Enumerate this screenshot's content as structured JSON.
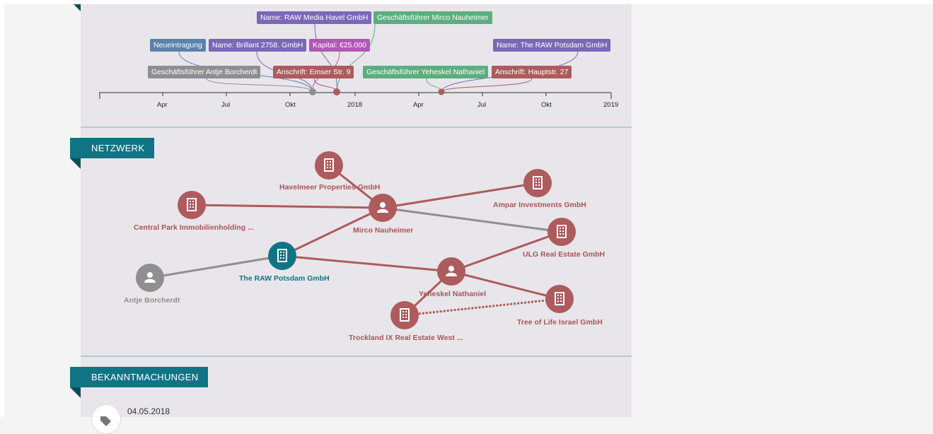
{
  "timeline": {
    "tags": [
      {
        "text": "Name: RAW Media Havel GmbH",
        "color": "#7b67b8"
      },
      {
        "text": "Geschäftsführer Mirco Nauheimer",
        "color": "#5cae7e"
      },
      {
        "text": "Neueintragung",
        "color": "#5b82ad"
      },
      {
        "text": "Name: Brillant 2758. GmbH",
        "color": "#7b67b8"
      },
      {
        "text": "Kapital: €25.000",
        "color": "#b357b7"
      },
      {
        "text": "Name: The RAW Potsdam GmbH",
        "color": "#7b67b8"
      },
      {
        "text": "Geschäftsführer Antje Borcherdt",
        "color": "#8f8f8f"
      },
      {
        "text": "Anschrift: Emser Str. 9",
        "color": "#ad5b5c"
      },
      {
        "text": "Geschäftsführer Yeheskel Nathaniel",
        "color": "#5cae7e"
      },
      {
        "text": "Anschrift: Hauptstr. 27",
        "color": "#ad5b5c"
      }
    ],
    "axis": [
      "Apr",
      "Jul",
      "Okt",
      "2018",
      "Apr",
      "Jul",
      "Okt",
      "2019"
    ]
  },
  "network": {
    "heading": "NETZWERK",
    "nodes": [
      {
        "label": "Havelmeer Properties GmbH",
        "kind": "company",
        "color": "#ad5b5c"
      },
      {
        "label": "Ampar Investments GmbH",
        "kind": "company",
        "color": "#ad5b5c"
      },
      {
        "label": "Central Park Immobilienholding ...",
        "kind": "company",
        "color": "#ad5b5c"
      },
      {
        "label": "Mirco Nauheimer",
        "kind": "person",
        "color": "#ad5b5c"
      },
      {
        "label": "ULG Real Estate GmbH",
        "kind": "company",
        "color": "#ad5b5c"
      },
      {
        "label": "The RAW Potsdam GmbH",
        "kind": "company",
        "color": "#117485"
      },
      {
        "label": "Antje Borcherdt",
        "kind": "person",
        "color": "#8f8f8f"
      },
      {
        "label": "Yeheskel Nathaniel",
        "kind": "person",
        "color": "#ad5b5c"
      },
      {
        "label": "Tree of Life Israel GmbH",
        "kind": "company",
        "color": "#ad5b5c"
      },
      {
        "label": "Trockland IX Real Estate West ...",
        "kind": "company",
        "color": "#ad5b5c"
      }
    ]
  },
  "announcements": {
    "heading": "BEKANNTMACHUNGEN",
    "first_date": "04.05.2018"
  }
}
